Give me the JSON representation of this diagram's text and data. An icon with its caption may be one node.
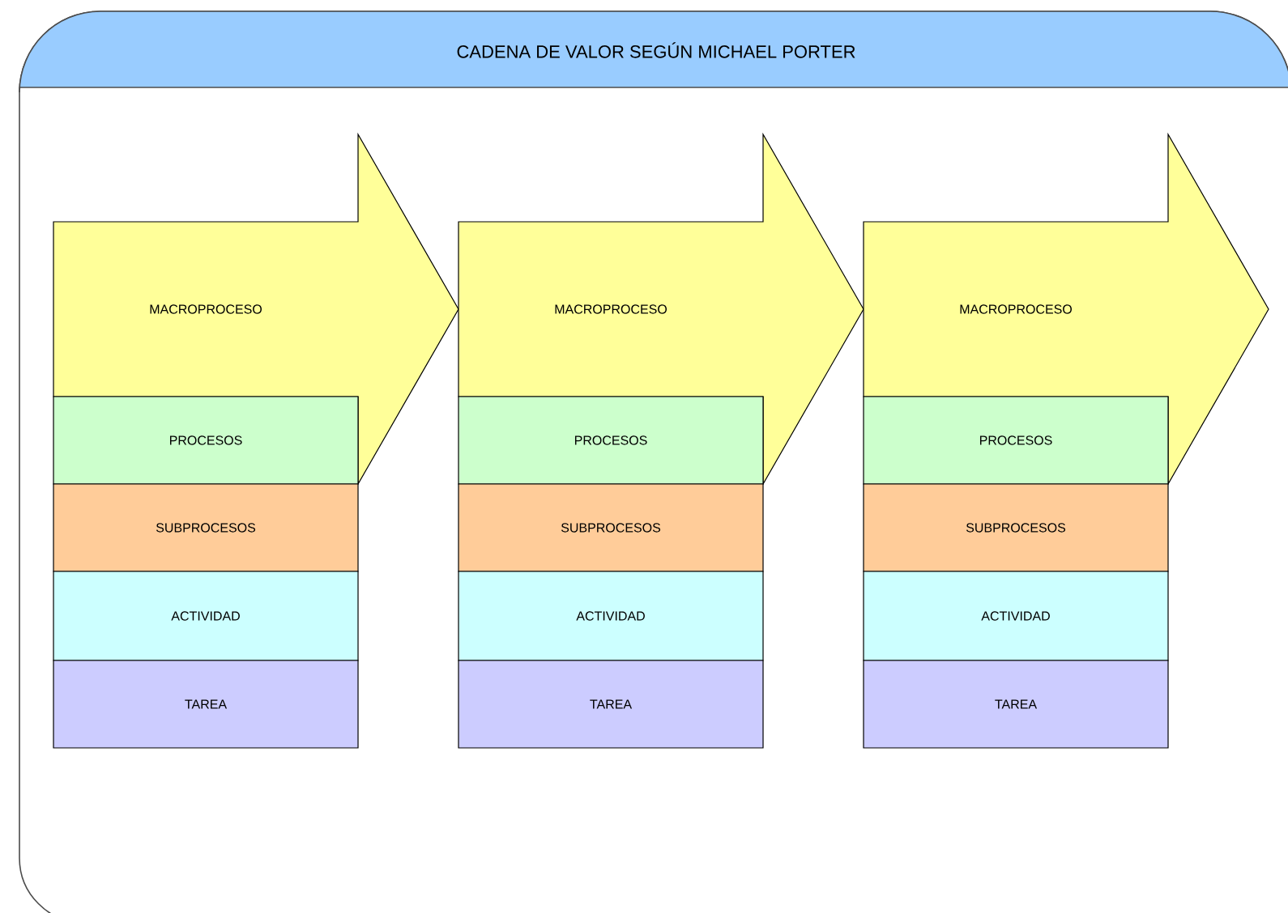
{
  "diagram": {
    "title": "CADENA DE VALOR SEGÚN MICHAEL PORTER",
    "nodes": [
      {
        "text": [
          "MACROPROCESO"
        ]
      },
      {
        "text": [
          "PROCESOS"
        ]
      },
      {
        "text": [
          "SUBPROCESOS"
        ]
      },
      {
        "text": [
          "ACTIVIDAD"
        ]
      },
      {
        "text": [
          "TAREA"
        ]
      },
      {
        "text": [
          "MACROPROCESO"
        ]
      },
      {
        "text": [
          "PROCESOS"
        ]
      },
      {
        "text": [
          "SUBPROCESOS"
        ]
      },
      {
        "text": [
          "ACTIVIDAD"
        ]
      },
      {
        "text": [
          "TAREA"
        ]
      },
      {
        "text": [
          "MACROPROCESO"
        ]
      },
      {
        "text": [
          "PROCESOS"
        ]
      },
      {
        "text": [
          "SUBPROCESOS"
        ]
      },
      {
        "text": [
          "ACTIVIDAD"
        ]
      },
      {
        "text": [
          "TAREA"
        ]
      }
    ]
  }
}
